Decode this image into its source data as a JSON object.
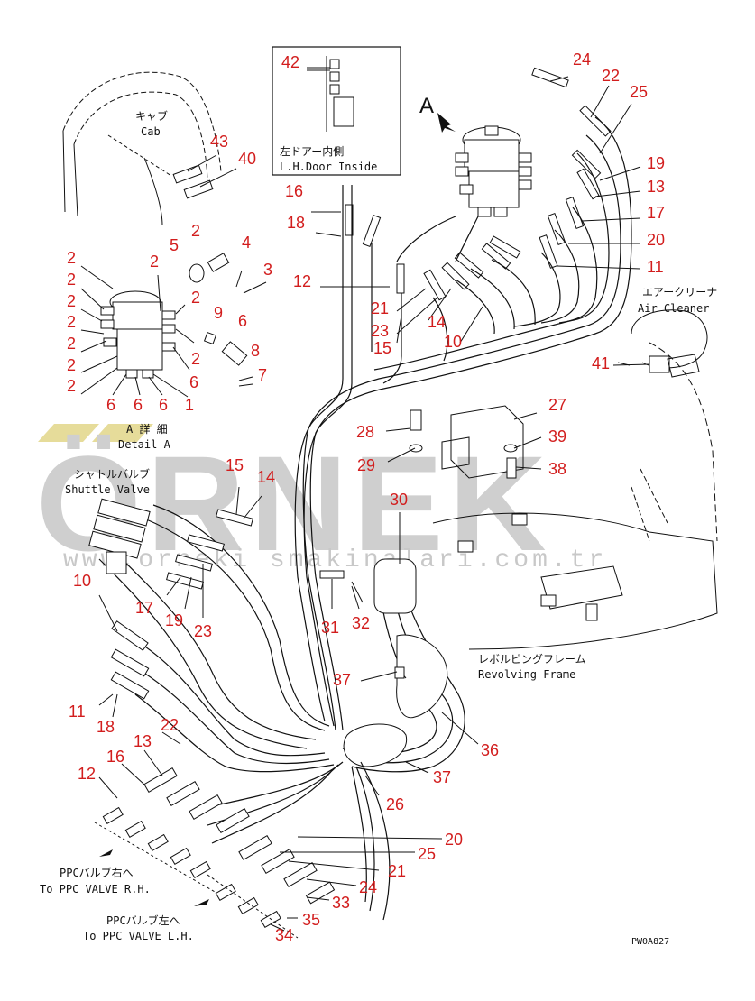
{
  "labels": {
    "cab_jp": "キャブ",
    "cab_en": "Cab",
    "door_jp": "左ドアー内側",
    "door_en": "L.H.Door Inside",
    "air_cleaner_jp": "エアークリーナ",
    "air_cleaner_en": "Air Cleaner",
    "detail_a_jp": "A 詳 細",
    "detail_a_en": "Detail A",
    "shuttle_jp": "シャトルバルブ",
    "shuttle_en": "Shuttle Valve",
    "revolving_jp": "レボルビングフレーム",
    "revolving_en": "Revolving Frame",
    "ppc_rh_jp": "PPCバルブ右へ",
    "ppc_rh_en": "To PPC VALVE R.H.",
    "ppc_lh_jp": "PPCバルブ左へ",
    "ppc_lh_en": "To PPC VALVE L.H.",
    "view_a": "A",
    "drawing_code": "PW0A827"
  },
  "watermark": {
    "brand": "ÖRNEK",
    "url": "www.orneki smakinalari.com.tr"
  },
  "colors": {
    "callout": "#d21d1d",
    "line": "#111111",
    "watermark": "#cfcfcf"
  },
  "callouts": [
    {
      "id": "c42",
      "text": "42"
    },
    {
      "id": "c24a",
      "text": "24"
    },
    {
      "id": "c22a",
      "text": "22"
    },
    {
      "id": "c25a",
      "text": "25"
    },
    {
      "id": "c43",
      "text": "43"
    },
    {
      "id": "c40",
      "text": "40"
    },
    {
      "id": "c19a",
      "text": "19"
    },
    {
      "id": "c16a",
      "text": "16"
    },
    {
      "id": "c13a",
      "text": "13"
    },
    {
      "id": "c18a",
      "text": "18"
    },
    {
      "id": "c17a",
      "text": "17"
    },
    {
      "id": "c20a",
      "text": "20"
    },
    {
      "id": "c11a",
      "text": "11"
    },
    {
      "id": "c12a",
      "text": "12"
    },
    {
      "id": "c21a",
      "text": "21"
    },
    {
      "id": "c23a",
      "text": "23"
    },
    {
      "id": "c14a",
      "text": "14"
    },
    {
      "id": "c10a",
      "text": "10"
    },
    {
      "id": "c15a",
      "text": "15"
    },
    {
      "id": "c41",
      "text": "41"
    },
    {
      "id": "c2a",
      "text": "2"
    },
    {
      "id": "c2b",
      "text": "2"
    },
    {
      "id": "c2c",
      "text": "2"
    },
    {
      "id": "c2d",
      "text": "2"
    },
    {
      "id": "c2e",
      "text": "2"
    },
    {
      "id": "c2f",
      "text": "2"
    },
    {
      "id": "c2g",
      "text": "2"
    },
    {
      "id": "c2h",
      "text": "2"
    },
    {
      "id": "c2i",
      "text": "2"
    },
    {
      "id": "c2j",
      "text": "2"
    },
    {
      "id": "c2k",
      "text": "2"
    },
    {
      "id": "c5",
      "text": "5"
    },
    {
      "id": "c4",
      "text": "4"
    },
    {
      "id": "c3",
      "text": "3"
    },
    {
      "id": "c9",
      "text": "9"
    },
    {
      "id": "c6a",
      "text": "6"
    },
    {
      "id": "c8",
      "text": "8"
    },
    {
      "id": "c7",
      "text": "7"
    },
    {
      "id": "c6b",
      "text": "6"
    },
    {
      "id": "c1",
      "text": "1"
    },
    {
      "id": "c6c",
      "text": "6"
    },
    {
      "id": "c6d",
      "text": "6"
    },
    {
      "id": "c6e",
      "text": "6"
    },
    {
      "id": "c27",
      "text": "27"
    },
    {
      "id": "c28",
      "text": "28"
    },
    {
      "id": "c39",
      "text": "39"
    },
    {
      "id": "c29",
      "text": "29"
    },
    {
      "id": "c38",
      "text": "38"
    },
    {
      "id": "c15b",
      "text": "15"
    },
    {
      "id": "c14b",
      "text": "14"
    },
    {
      "id": "c30",
      "text": "30"
    },
    {
      "id": "c10b",
      "text": "10"
    },
    {
      "id": "c17b",
      "text": "17"
    },
    {
      "id": "c19b",
      "text": "19"
    },
    {
      "id": "c23b",
      "text": "23"
    },
    {
      "id": "c31",
      "text": "31"
    },
    {
      "id": "c32",
      "text": "32"
    },
    {
      "id": "c37a",
      "text": "37"
    },
    {
      "id": "c11b",
      "text": "11"
    },
    {
      "id": "c18b",
      "text": "18"
    },
    {
      "id": "c22b",
      "text": "22"
    },
    {
      "id": "c36",
      "text": "36"
    },
    {
      "id": "c13b",
      "text": "13"
    },
    {
      "id": "c16b",
      "text": "16"
    },
    {
      "id": "c12b",
      "text": "12"
    },
    {
      "id": "c37b",
      "text": "37"
    },
    {
      "id": "c26",
      "text": "26"
    },
    {
      "id": "c20b",
      "text": "20"
    },
    {
      "id": "c25b",
      "text": "25"
    },
    {
      "id": "c21b",
      "text": "21"
    },
    {
      "id": "c24b",
      "text": "24"
    },
    {
      "id": "c33",
      "text": "33"
    },
    {
      "id": "c35",
      "text": "35"
    },
    {
      "id": "c34",
      "text": "34"
    }
  ]
}
